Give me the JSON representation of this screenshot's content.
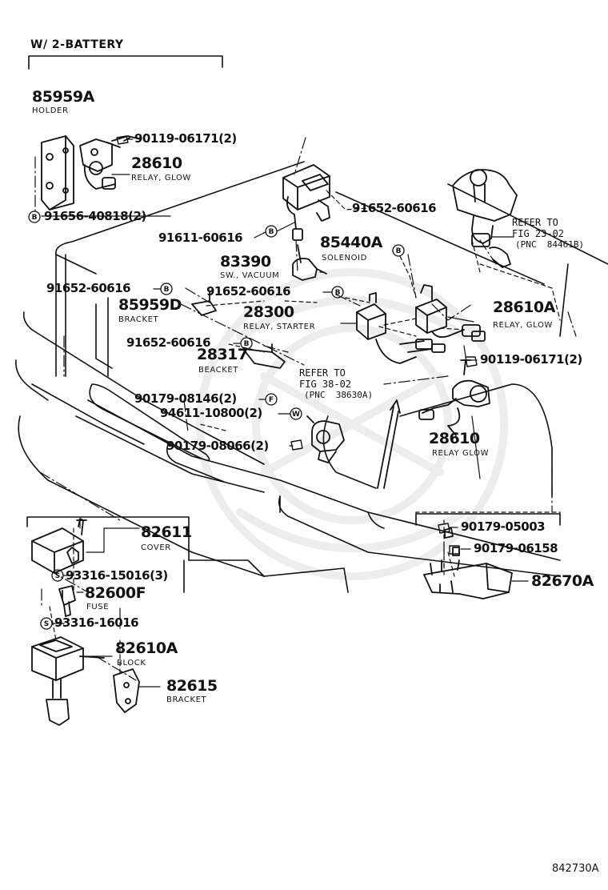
{
  "header": {
    "title": "W/ 2-BATTERY"
  },
  "figure_code": "842730A",
  "callouts": [
    {
      "id": "c1",
      "part": "85959A",
      "desc": "HOLDER"
    },
    {
      "id": "c2",
      "part": "90119-06171(2)",
      "desc": ""
    },
    {
      "id": "c3",
      "part": "28610",
      "desc": "RELAY, GLOW"
    },
    {
      "id": "c4",
      "part": "91656-40818(2)",
      "desc": "",
      "badge": "B"
    },
    {
      "id": "c5",
      "part": "91652-60616",
      "desc": ""
    },
    {
      "id": "c6",
      "part": "91611-60616",
      "desc": "",
      "badge": "B"
    },
    {
      "id": "c7",
      "part": "85440A",
      "desc": "SOLENOID"
    },
    {
      "id": "c8",
      "part": "83390",
      "desc": "SW., VACUUM"
    },
    {
      "id": "c9",
      "part": "91652-60616",
      "desc": "",
      "badge": "B"
    },
    {
      "id": "c10",
      "part": "91652-60616",
      "desc": "",
      "badge": "B"
    },
    {
      "id": "c11",
      "part": "85959D",
      "desc": "BRACKET"
    },
    {
      "id": "c12",
      "part": "28300",
      "desc": "RELAY, STARTER"
    },
    {
      "id": "c13",
      "part": "28610A",
      "desc": "RELAY, GLOW"
    },
    {
      "id": "c14",
      "part": "91652-60616",
      "desc": "",
      "badge": "B"
    },
    {
      "id": "c15",
      "part": "28317",
      "desc": "BEACKET"
    },
    {
      "id": "c16",
      "part": "90119-06171(2)",
      "desc": ""
    },
    {
      "id": "c17",
      "part": "90179-08146(2)",
      "desc": "",
      "badge": "F"
    },
    {
      "id": "c18",
      "part": "94611-10800(2)",
      "desc": "",
      "badge": "W"
    },
    {
      "id": "c19",
      "part": "90179-08066(2)",
      "desc": ""
    },
    {
      "id": "c20",
      "part": "28610",
      "desc": "RELAY  GLOW"
    },
    {
      "id": "c21",
      "part": "82611",
      "desc": "COVER"
    },
    {
      "id": "c22",
      "part": "93316-15016(3)",
      "desc": "",
      "badge": "S"
    },
    {
      "id": "c23",
      "part": "82600F",
      "desc": "FUSE"
    },
    {
      "id": "c24",
      "part": "93316-16016",
      "desc": "",
      "badge": "S"
    },
    {
      "id": "c25",
      "part": "82610A",
      "desc": "BLOCK"
    },
    {
      "id": "c26",
      "part": "82615",
      "desc": "BRACKET"
    },
    {
      "id": "c27",
      "part": "90179-05003",
      "desc": ""
    },
    {
      "id": "c28",
      "part": "90179-06158",
      "desc": ""
    },
    {
      "id": "c29",
      "part": "82670A",
      "desc": ""
    }
  ],
  "references": [
    {
      "id": "r1",
      "lines": [
        "REFER TO",
        "FIG 23-02",
        "(PNC  84461B)"
      ]
    },
    {
      "id": "r2",
      "lines": [
        "REFER TO",
        "FIG 38-02",
        "(PNC  38630A)"
      ]
    }
  ]
}
